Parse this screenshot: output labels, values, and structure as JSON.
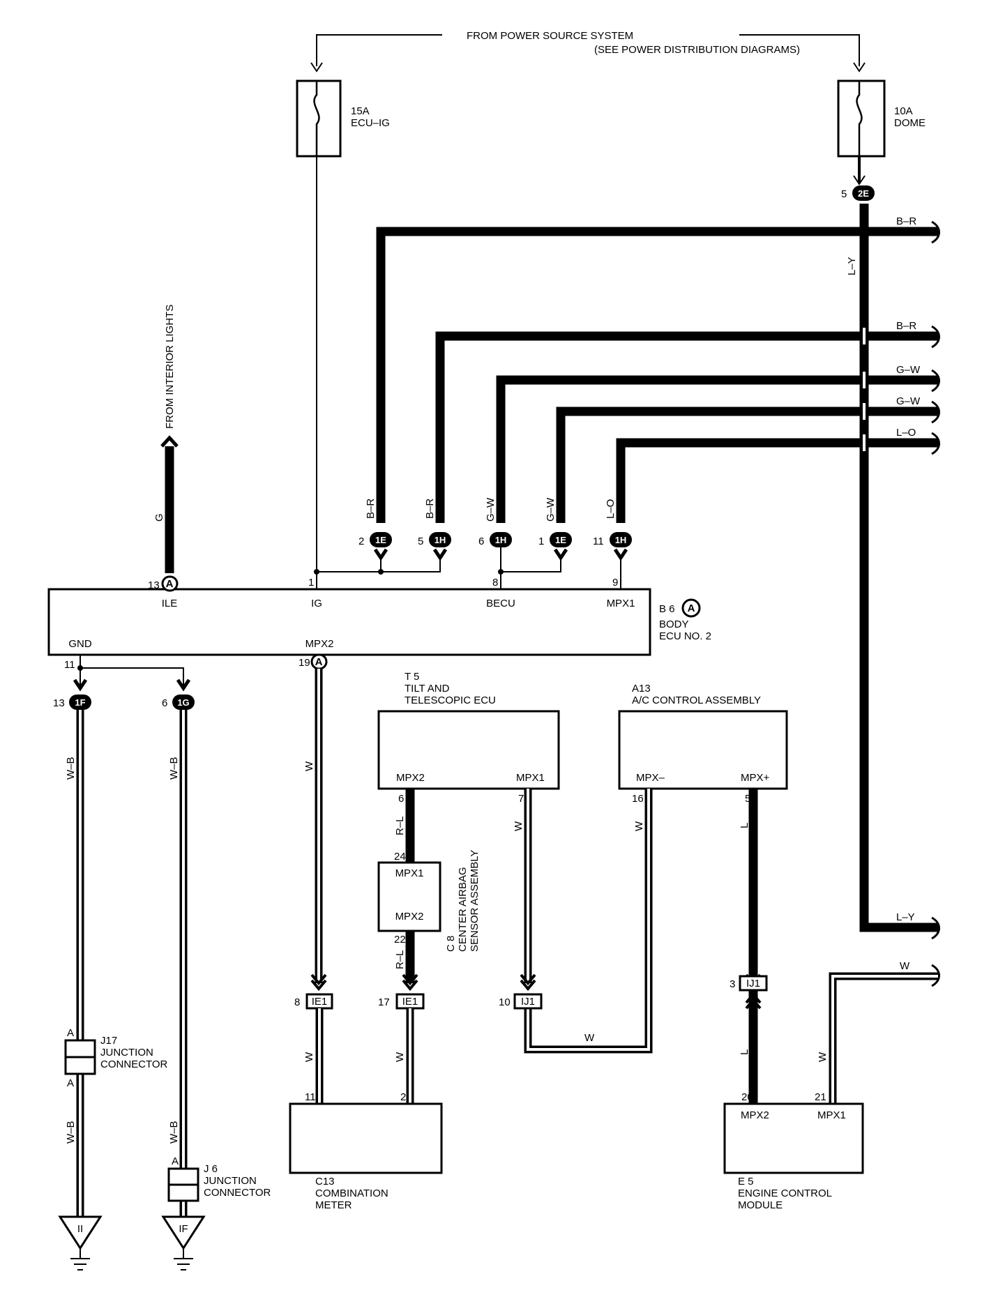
{
  "power_source": {
    "line1": "FROM POWER SOURCE SYSTEM",
    "line2": "(SEE POWER DISTRIBUTION DIAGRAMS)"
  },
  "fuses": {
    "ecu_ig": {
      "rating": "15A",
      "name": "ECU–IG"
    },
    "dome": {
      "rating": "10A",
      "name": "DOME"
    }
  },
  "interior_lights": "FROM INTERIOR LIGHTS",
  "body_ecu": {
    "code": "B 6",
    "conn": "A",
    "name1": "BODY",
    "name2": "ECU NO. 2",
    "terminals": {
      "ile": "ILE",
      "ig": "IG",
      "becu": "BECU",
      "mpx1": "MPX1",
      "gnd": "GND",
      "mpx2": "MPX2"
    },
    "pins": {
      "ile": "13",
      "ig": "1",
      "becu": "8",
      "mpx1": "9",
      "gnd": "11",
      "mpx2": "19"
    }
  },
  "connectors": {
    "c2E": {
      "id": "2E",
      "pin": "5"
    },
    "c1E_a": {
      "id": "1E",
      "pin": "2"
    },
    "c1H_a": {
      "id": "1H",
      "pin": "5"
    },
    "c1H_b": {
      "id": "1H",
      "pin": "6"
    },
    "c1E_b": {
      "id": "1E",
      "pin": "1"
    },
    "c1H_c": {
      "id": "1H",
      "pin": "11"
    },
    "c1F": {
      "id": "1F",
      "pin": "13"
    },
    "c1G": {
      "id": "1G",
      "pin": "6"
    },
    "ile": {
      "id": "A"
    },
    "mpx2": {
      "id": "A"
    },
    "ie1_a": {
      "id": "IE1",
      "pin": "8"
    },
    "ie1_b": {
      "id": "IE1",
      "pin": "17"
    },
    "ij1_a": {
      "id": "IJ1",
      "pin": "10"
    },
    "ij1_b": {
      "id": "IJ1",
      "pin": "3"
    }
  },
  "wire_colors": {
    "g": "G",
    "br": "B–R",
    "gw": "G–W",
    "lo": "L–O",
    "ly": "L–Y",
    "wb": "W–B",
    "w": "W",
    "rl": "R–L",
    "l": "L"
  },
  "tilt_ecu": {
    "code": "T 5",
    "name1": "TILT AND",
    "name2": "TELESCOPIC ECU",
    "t_mpx2": "MPX2",
    "t_mpx1": "MPX1",
    "pin_mpx2": "6",
    "pin_mpx1": "7"
  },
  "ac_control": {
    "code": "A13",
    "name": "A/C CONTROL ASSEMBLY",
    "t_minus": "MPX–",
    "t_plus": "MPX+",
    "pin_minus": "16",
    "pin_plus": "5"
  },
  "airbag": {
    "code": "C 8",
    "name1": "CENTER AIRBAG",
    "name2": "SENSOR ASSEMBLY",
    "t_mpx1": "MPX1",
    "t_mpx2": "MPX2",
    "pin_mpx1": "24",
    "pin_mpx2": "22"
  },
  "combination_meter": {
    "code": "C13",
    "name1": "COMBINATION",
    "name2": "METER",
    "pin_a": "11",
    "pin_b": "2"
  },
  "engine_ecm": {
    "code": "E 5",
    "name1": "ENGINE CONTROL",
    "name2": "MODULE",
    "t_mpx2": "MPX2",
    "t_mpx1": "MPX1",
    "pin_mpx2": "20",
    "pin_mpx1": "21"
  },
  "j17": {
    "code": "J17",
    "name1": "JUNCTION",
    "name2": "CONNECTOR",
    "pin_top": "A",
    "pin_bottom": "A"
  },
  "j6": {
    "code": "J 6",
    "name1": "JUNCTION",
    "name2": "CONNECTOR",
    "pin_top": "A"
  },
  "grounds": {
    "g1": "II",
    "g2": "IF"
  }
}
